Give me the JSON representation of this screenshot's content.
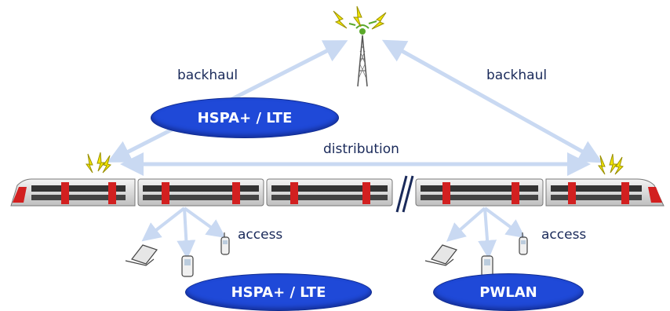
{
  "labels": {
    "backhaul_left": "backhaul",
    "backhaul_right": "backhaul",
    "distribution": "distribution",
    "access_left": "access",
    "access_right": "access"
  },
  "ovals": {
    "top": "HSPA+ / LTE",
    "bottom_left": "HSPA+ / LTE",
    "bottom_right": "PWLAN"
  },
  "colors": {
    "arrow": "#c9d9f2",
    "oval_fill": "#1f49d8",
    "label_text": "#1a2a5a",
    "train_red": "#d22020",
    "lightning": "#f2e600"
  },
  "icons": [
    "radio-tower-icon",
    "antenna-signal-icon",
    "laptop-icon",
    "mobile-phone-icon",
    "train-car-icon"
  ]
}
